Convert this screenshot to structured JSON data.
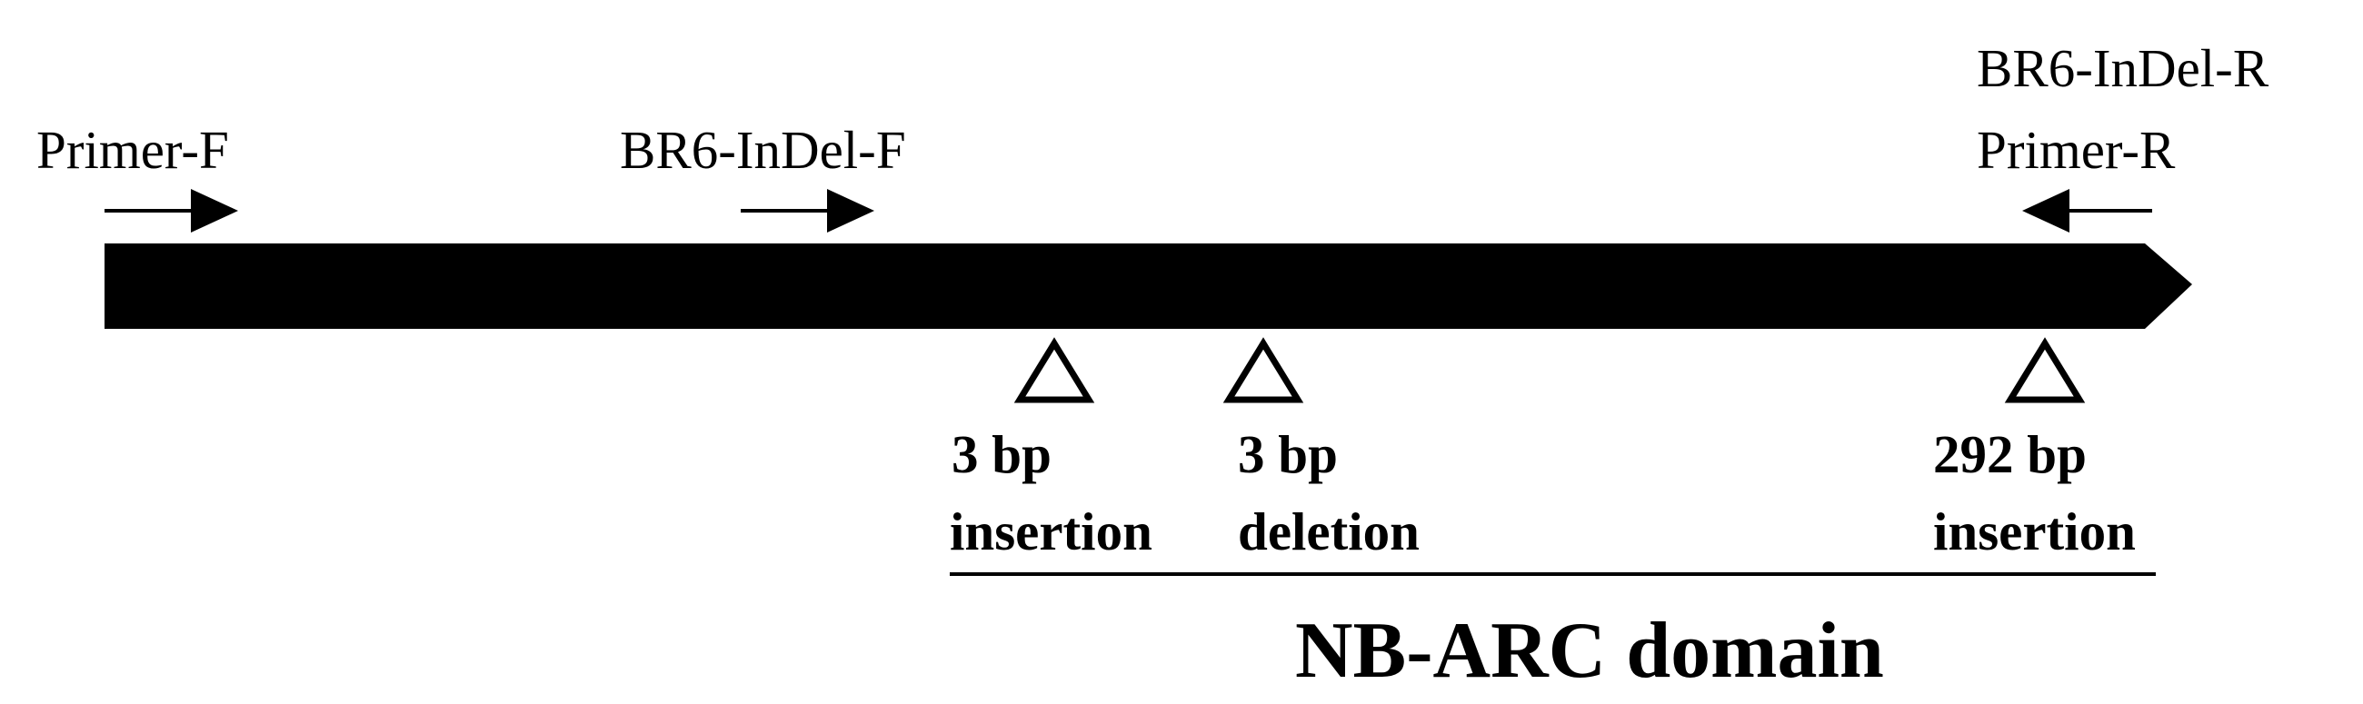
{
  "gene": {
    "color": "#000000"
  },
  "primers": {
    "primer_f": "Primer-F",
    "indel_f": "BR6-InDel-F",
    "indel_r": "BR6-InDel-R",
    "primer_r": "Primer-R"
  },
  "variants": [
    {
      "size": "3 bp",
      "type": "insertion"
    },
    {
      "size": "3 bp",
      "type": "deletion"
    },
    {
      "size": "292 bp",
      "type": "insertion"
    }
  ],
  "domain": {
    "label": "NB-ARC domain"
  }
}
